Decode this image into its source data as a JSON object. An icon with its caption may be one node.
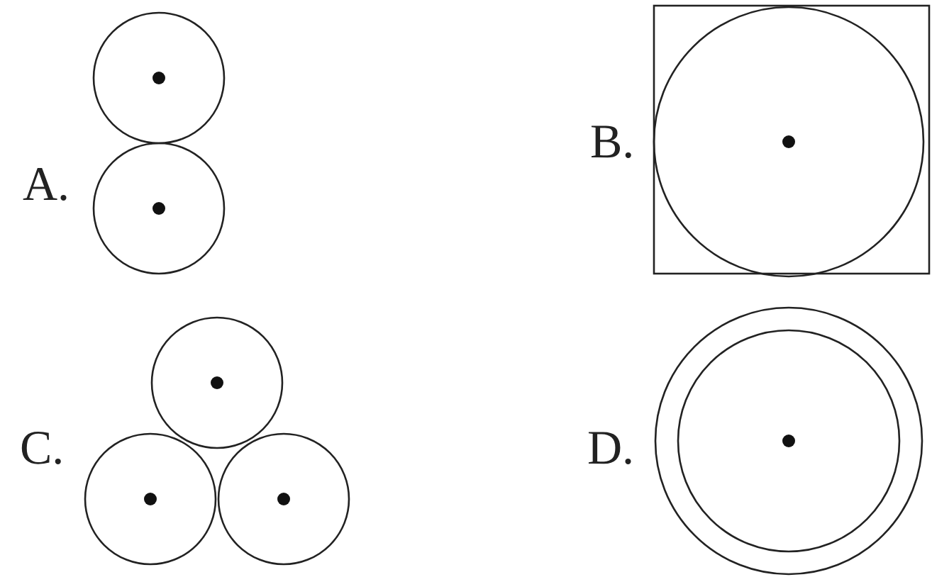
{
  "diagram": {
    "labels": [
      "A.",
      "B.",
      "C.",
      "D."
    ]
  }
}
